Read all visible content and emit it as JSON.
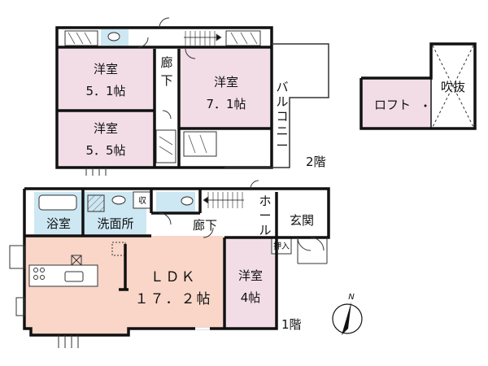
{
  "floor2": {
    "label": "2階",
    "rooms": {
      "w51_name": "洋室",
      "w51_size": "5．1帖",
      "w55_name": "洋室",
      "w55_size": "5．5帖",
      "w71_name": "洋室",
      "w71_size": "7．1帖",
      "corridor_1": "廊",
      "corridor_2": "下",
      "balcony_1": "バ",
      "balcony_2": "ル",
      "balcony_3": "コ",
      "balcony_4": "ニ",
      "balcony_5": "ー"
    }
  },
  "loft": {
    "loft_label": "ロフト",
    "void_label": "吹抜"
  },
  "floor1": {
    "label": "1階",
    "rooms": {
      "bath": "浴室",
      "washroom": "洗面所",
      "storage": "収",
      "corridor": "廊下",
      "hall_1": "ホ",
      "hall_2": "ー",
      "hall_3": "ル",
      "entrance": "玄関",
      "closet": "押入",
      "ldk_name": "ＬＤＫ",
      "ldk_size": "１７．２帖",
      "w4_name": "洋室",
      "w4_size": "4帖"
    }
  },
  "compass": {
    "north_label": "N"
  },
  "colors": {
    "bedroom": "#f2dde6",
    "ldk": "#f9d6c8",
    "wet": "#cde7f3",
    "wall": "#111111"
  }
}
